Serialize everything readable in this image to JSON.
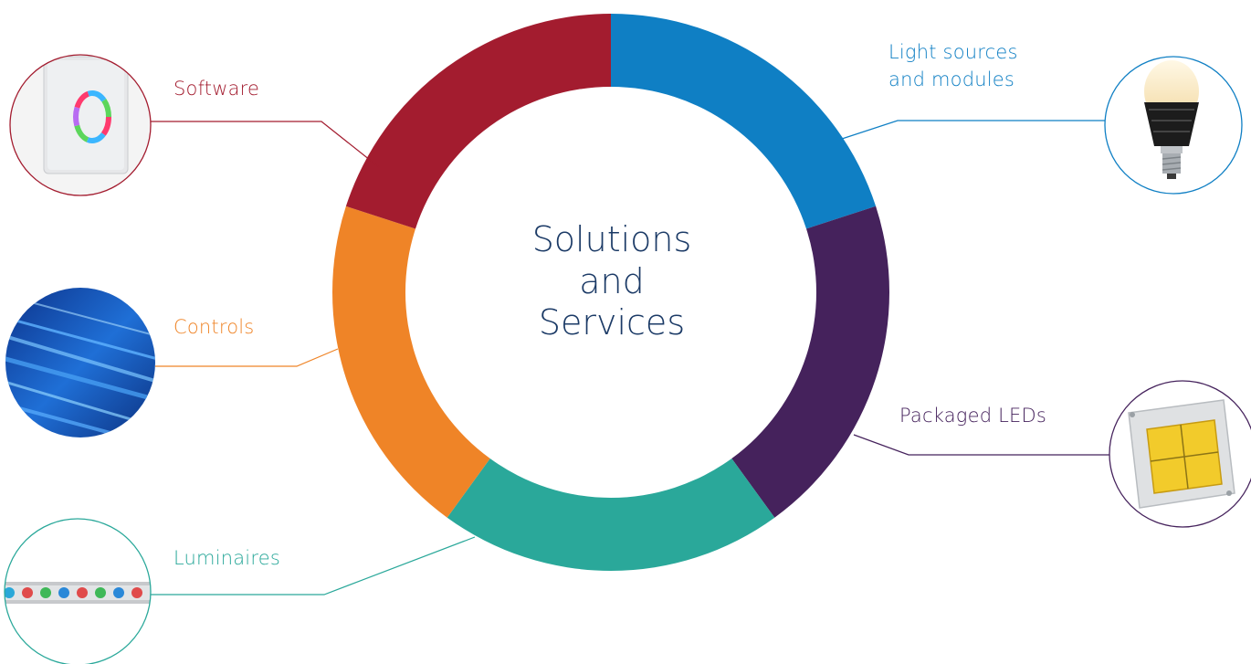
{
  "center": {
    "lines": [
      "Solutions",
      "and",
      "Services"
    ]
  },
  "labels": {
    "software": "Software",
    "light_sources": [
      "Light sources",
      "and modules"
    ],
    "controls": "Controls",
    "packaged_leds": "Packaged LEDs",
    "luminaires": "Luminaires"
  },
  "colors": {
    "software": "#a31c2f",
    "light_sources": "#0f7fc4",
    "controls": "#ef8427",
    "packaged_leds": "#45225c",
    "luminaires": "#2aa89a",
    "center_text": "#1b3a66"
  },
  "icons": {
    "software": "wall-touch-control-icon",
    "light_sources": "led-bulb-icon",
    "controls": "fiber-optic-icon",
    "packaged_leds": "led-chip-icon",
    "luminaires": "led-strip-icon"
  }
}
